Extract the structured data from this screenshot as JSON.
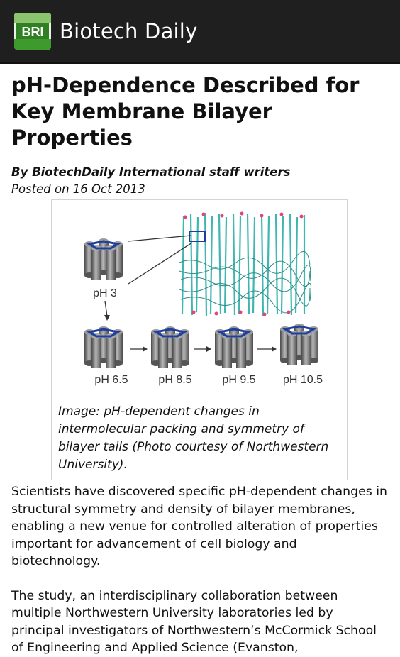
{
  "app": {
    "logo_text": "BRI",
    "title": "Biotech Daily"
  },
  "article": {
    "title": "pH-Dependence Described for Key Membrane Bilayer Properties",
    "byline": "By BiotechDaily International staff writers",
    "posted": "Posted on 16 Oct 2013",
    "figure": {
      "labels": [
        "pH 3",
        "pH 6.5",
        "pH 8.5",
        "pH 9.5",
        "pH 10.5"
      ],
      "caption": "Image: pH-dependent changes in intermolecular packing and symmetry of bilayer tails (Photo courtesy of Northwestern University)."
    },
    "paragraphs": [
      "Scientists have discovered specific pH-dependent changes in structural symmetry and density of bilayer membranes, enabling a new venue for controlled alteration of properties important for advancement of cell biology and biotechnology.",
      "The study, an interdisciplinary collaboration between multiple Northwestern University laboratories led by principal investigators of Northwestern’s McCormick School of Engineering and Applied Science (Evanston,"
    ]
  },
  "colors": {
    "actionbar": "#1f1f1f",
    "logo_green": "#3f9a2d",
    "molecule_teal": "#3fb7b0",
    "cylinder_gray": "#7a7a7a",
    "hex_blue": "#1f3f9e"
  }
}
